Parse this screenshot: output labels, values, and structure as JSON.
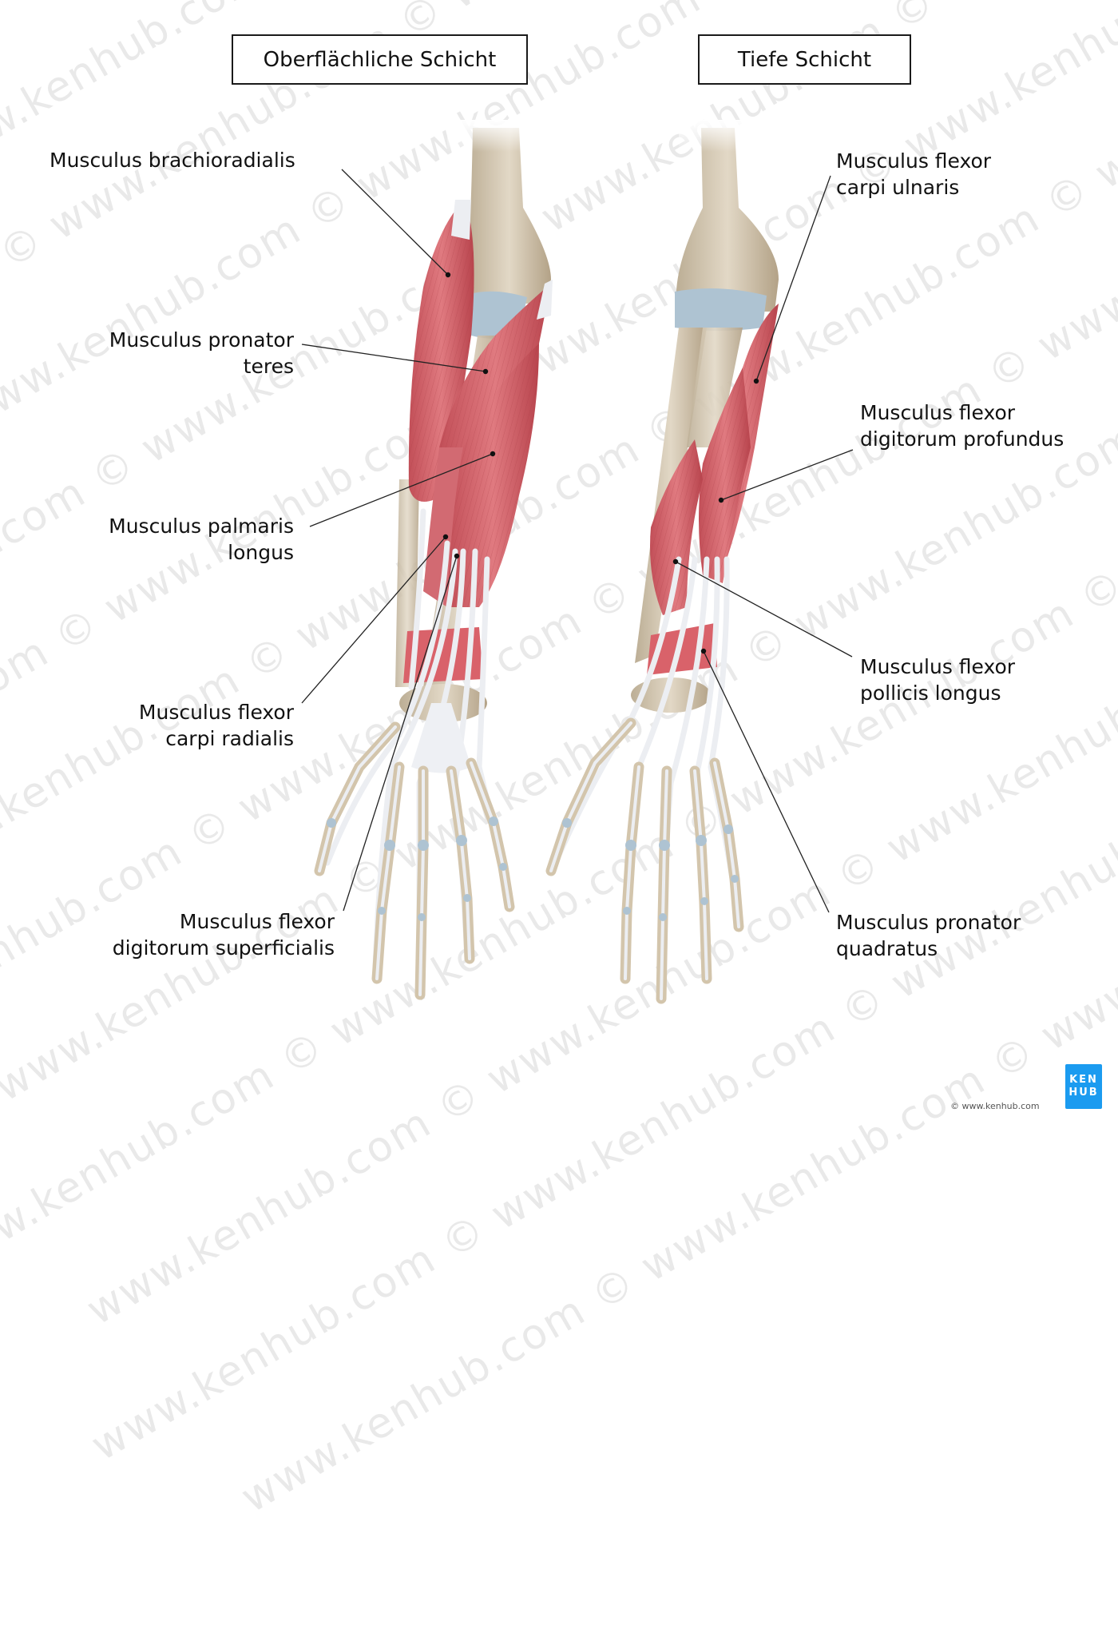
{
  "diagram": {
    "subject": "Forearm flexor muscles, anterior view",
    "panels": [
      {
        "id": "superficial",
        "title": "Oberflächliche Schicht"
      },
      {
        "id": "deep",
        "title": "Tiefe Schicht"
      }
    ],
    "labels_left": [
      {
        "lines": [
          "Musculus brachioradialis"
        ]
      },
      {
        "lines": [
          "Musculus pronator",
          "teres"
        ]
      },
      {
        "lines": [
          "Musculus palmaris",
          "longus"
        ]
      },
      {
        "lines": [
          "Musculus flexor",
          "carpi radialis"
        ]
      },
      {
        "lines": [
          "Musculus flexor",
          "digitorum superficialis"
        ]
      }
    ],
    "labels_right": [
      {
        "lines": [
          "Musculus flexor",
          "carpi ulnaris"
        ]
      },
      {
        "lines": [
          "Musculus flexor",
          "digitorum profundus"
        ]
      },
      {
        "lines": [
          "Musculus flexor",
          "pollicis longus"
        ]
      },
      {
        "lines": [
          "Musculus pronator",
          "quadratus"
        ]
      }
    ],
    "colors": {
      "muscle": "#d9626a",
      "muscle_dark": "#b8444d",
      "bone": "#d8cbb5",
      "bone_shade": "#b8a78c",
      "cartilage": "#aec3d2",
      "tendon": "#eceef2",
      "leader_line": "#222222",
      "logo_blue": "#1b9bf0"
    }
  },
  "branding": {
    "logo_line1": "KEN",
    "logo_line2": "HUB",
    "copyright": "© www.kenhub.com",
    "watermark": "www.kenhub.com © "
  }
}
